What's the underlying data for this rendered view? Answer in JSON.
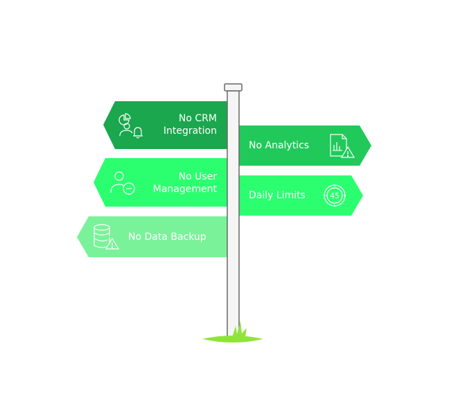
{
  "colors": {
    "sign_dark": "#1aa74d",
    "sign_mid": "#21c95b",
    "sign_bright": "#2cff6f",
    "sign_light": "#7af29a",
    "post_fill": "#f5f5f5",
    "post_stroke": "#666666",
    "grass": "#8fe43a"
  },
  "signs": [
    {
      "line1": "No CRM",
      "line2": "Integration",
      "icon": "chart-bell-icon",
      "direction": "left"
    },
    {
      "line1": "No Analytics",
      "line2": "",
      "icon": "document-chart-warning-icon",
      "direction": "right"
    },
    {
      "line1": "No User",
      "line2": "Management",
      "icon": "user-minus-icon",
      "direction": "left"
    },
    {
      "line1": "Daily Limits",
      "line2": "",
      "icon": "timer-45-icon",
      "direction": "right",
      "icon_text": "45"
    },
    {
      "line1": "No Data Backup",
      "line2": "",
      "icon": "database-warning-icon",
      "direction": "left"
    }
  ]
}
